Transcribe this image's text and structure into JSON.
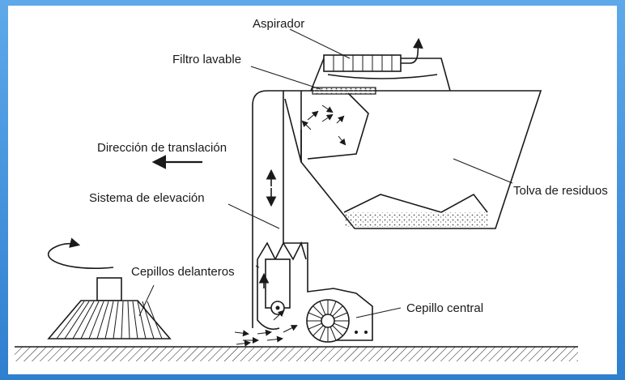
{
  "labels": {
    "vacuum": "Aspirador",
    "filter": "Filtro lavable",
    "direction": "Dirección de translación",
    "elevation": "Sistema de elevación",
    "hopper": "Tolva de residuos",
    "front_brushes": "Cepillos delanteros",
    "central_brush": "Cepillo central"
  },
  "icons": [
    "airflow-arrow-icon",
    "rotation-arrow-icon",
    "direction-arrow-icon",
    "updown-arrow-icon"
  ],
  "colors": {
    "frame": "#3f8fd6",
    "panel": "#ffffff",
    "ink": "#1a1a1a"
  }
}
